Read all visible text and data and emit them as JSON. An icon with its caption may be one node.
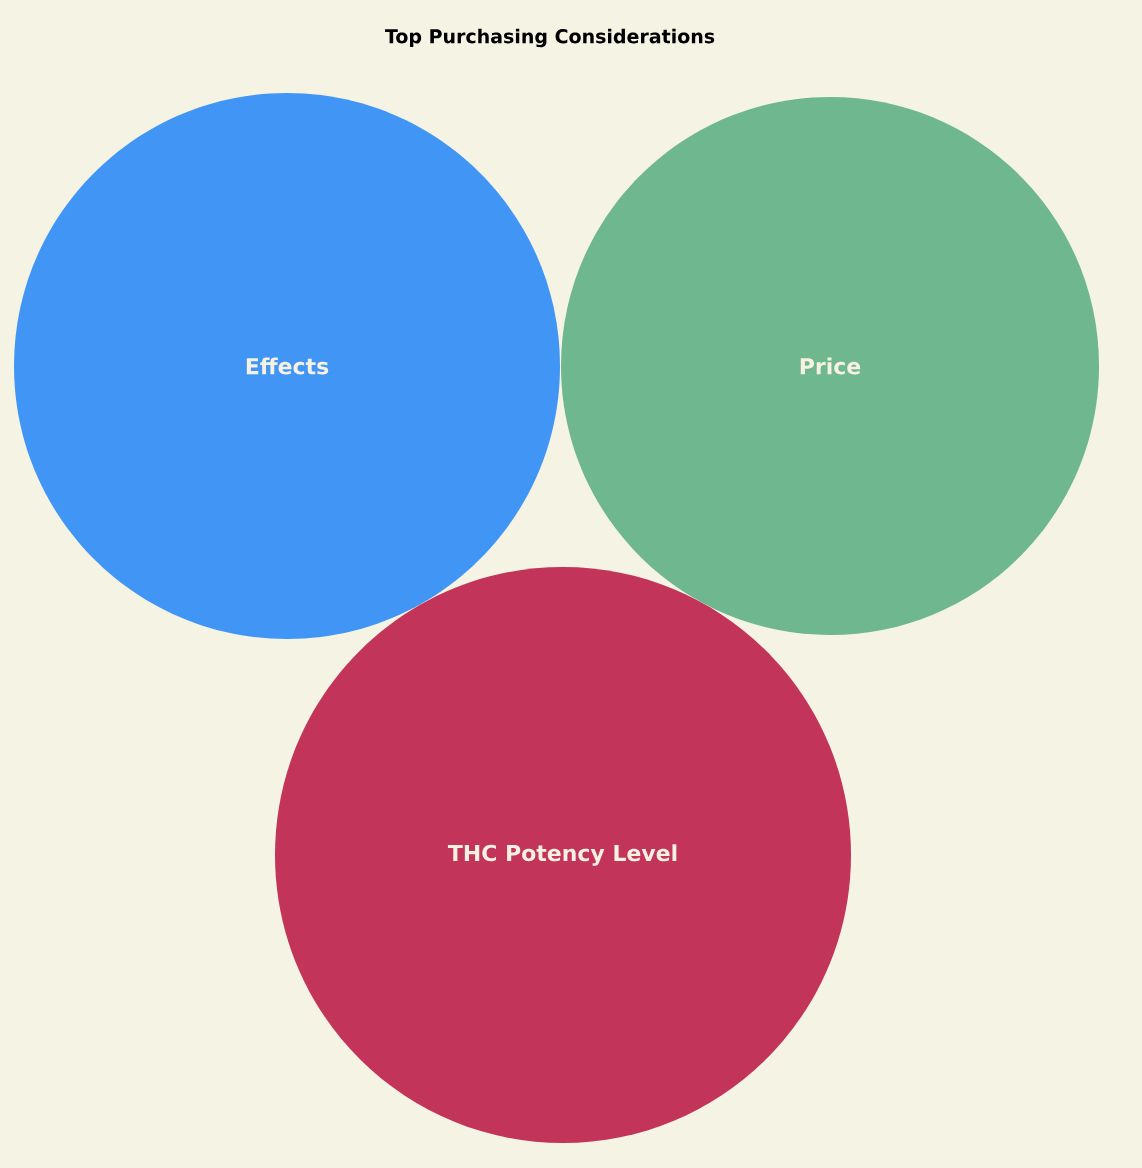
{
  "diagram": {
    "title": "Top Purchasing Considerations",
    "nodes": [
      {
        "text": [
          "Effects"
        ]
      },
      {
        "text": [
          "Price"
        ]
      },
      {
        "text": [
          "THC Potency Level"
        ]
      }
    ]
  }
}
